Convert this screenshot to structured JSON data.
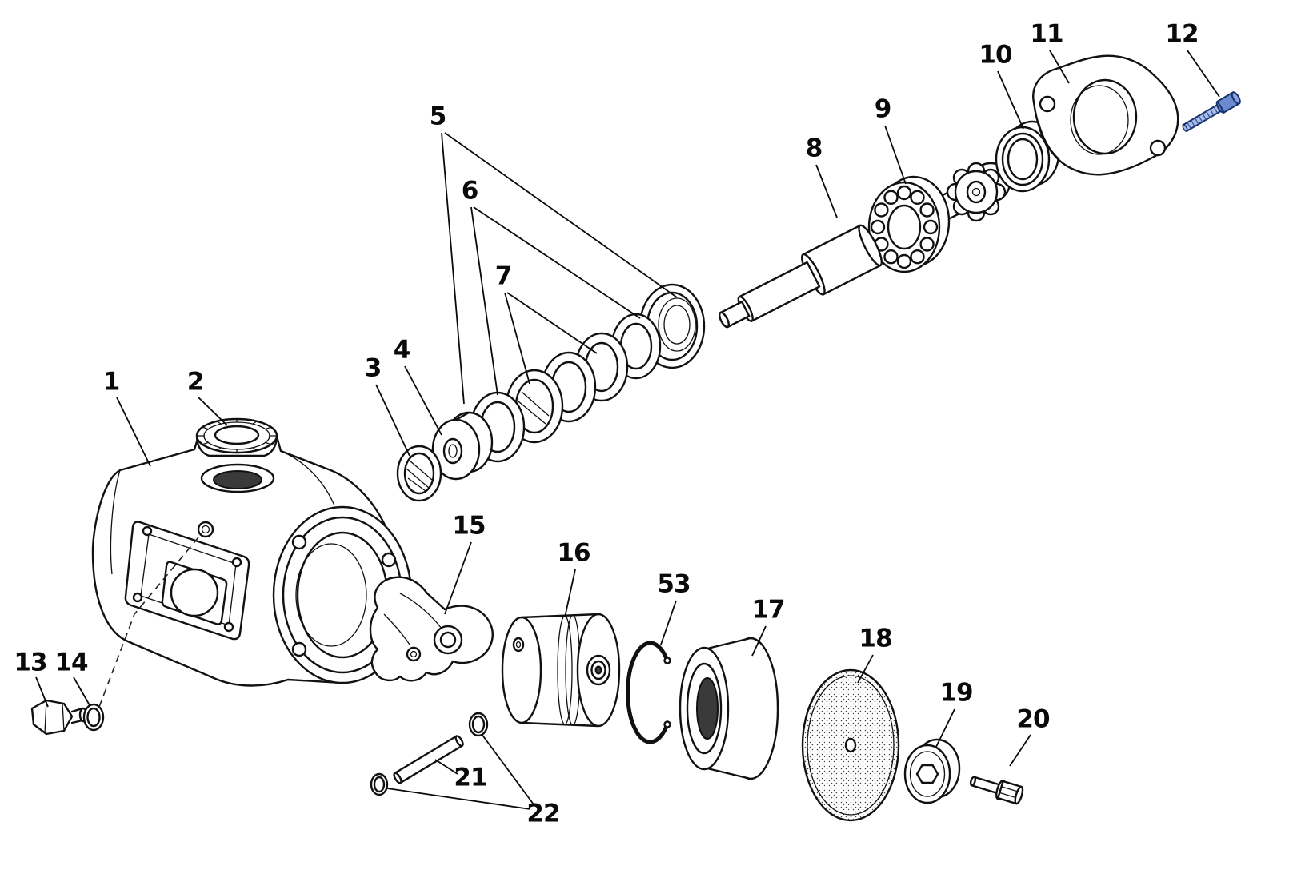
{
  "diagram": {
    "type": "exploded-parts-diagram",
    "labels": {
      "n1": "1",
      "n2": "2",
      "n3": "3",
      "n4": "4",
      "n5": "5",
      "n6": "6",
      "n7": "7",
      "n8": "8",
      "n9": "9",
      "n10": "10",
      "n11": "11",
      "n12": "12",
      "n13": "13",
      "n14": "14",
      "n15": "15",
      "n16": "16",
      "n17": "17",
      "n18": "18",
      "n19": "19",
      "n20": "20",
      "n21": "21",
      "n22": "22",
      "n53": "53"
    },
    "colors": {
      "line": "#111111",
      "background": "#ffffff",
      "highlight_shank": "#a9bee8",
      "highlight_head": "#6b8bce",
      "highlight_head_light": "#8ba5dc",
      "highlight_thread": "#39549b",
      "highlight_outline": "#16316e"
    }
  }
}
